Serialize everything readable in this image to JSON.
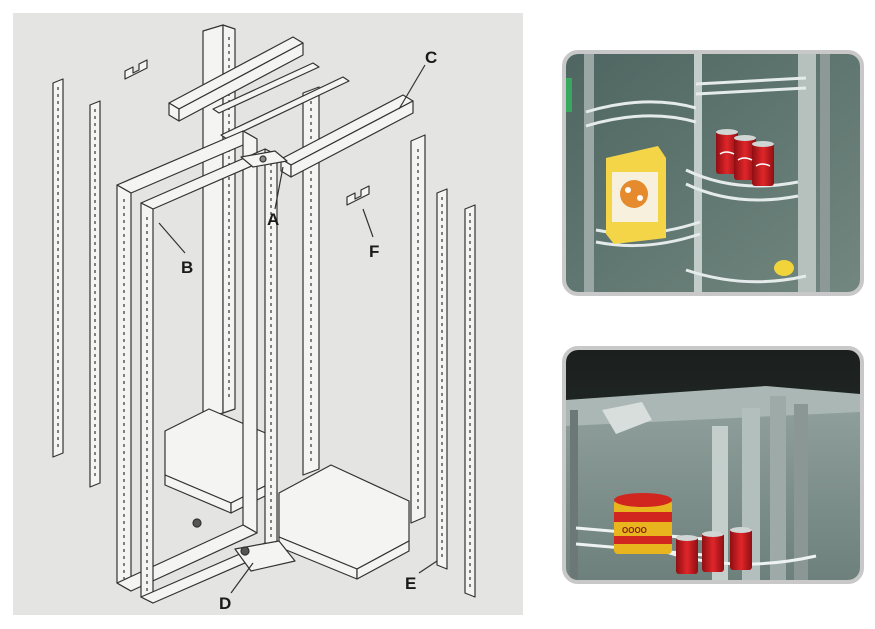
{
  "diagram": {
    "callouts": [
      {
        "id": "A",
        "label": "A"
      },
      {
        "id": "B",
        "label": "B"
      },
      {
        "id": "C",
        "label": "C"
      },
      {
        "id": "D",
        "label": "D"
      },
      {
        "id": "E",
        "label": "E"
      },
      {
        "id": "F",
        "label": "F"
      }
    ]
  },
  "photos": [
    {
      "id": "top",
      "content": "pantry-basket-closeup"
    },
    {
      "id": "bottom",
      "content": "pantry-frame-closeup"
    }
  ],
  "colors": {
    "panel": "#e4e4e2",
    "frame_stroke": "#333333",
    "frame_fill": "#f4f4f2",
    "photo_bg": "#5f7672",
    "can_red": "#c8191e",
    "chrome": "#d9e0df"
  }
}
